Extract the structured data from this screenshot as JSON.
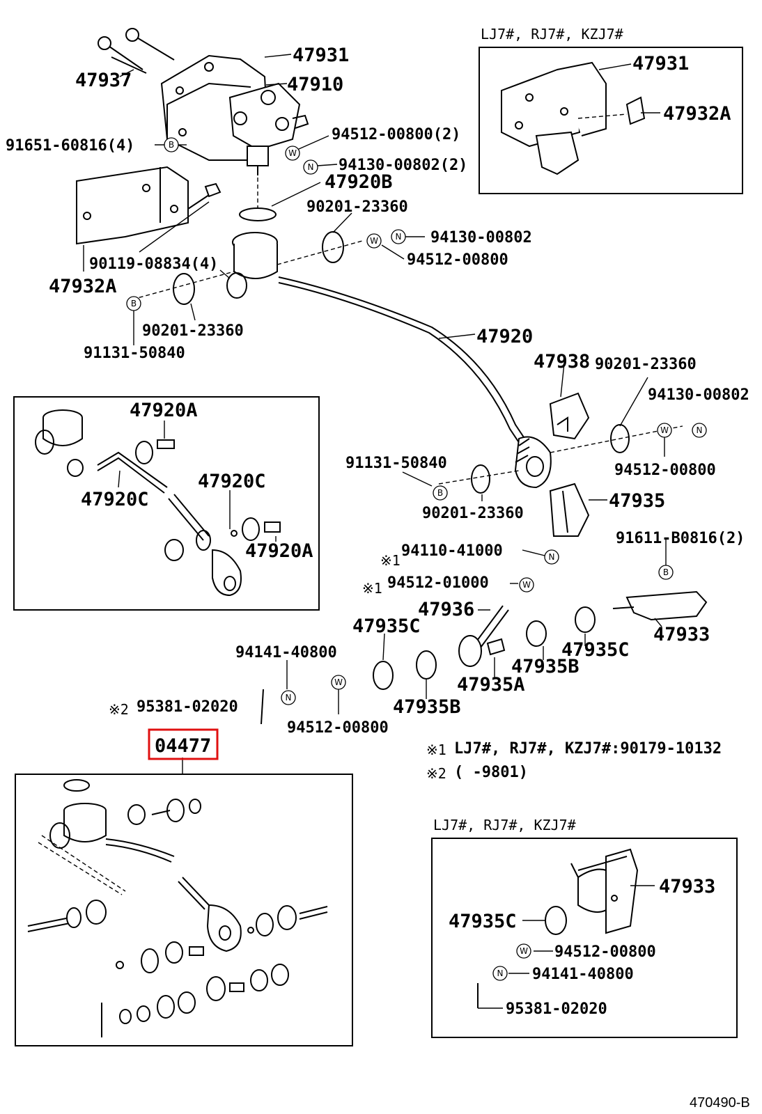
{
  "inset_headers": {
    "top_right": "LJ7#, RJ7#, KZJ7#",
    "bottom_right": "LJ7#, RJ7#, KZJ7#"
  },
  "part_numbers": {
    "p47931": "47931",
    "p47910": "47910",
    "p47937": "47937",
    "p91651": "91651-60816(4)",
    "p94512_2": "94512-00800(2)",
    "p94130_2": "94130-00802(2)",
    "p47920B": "47920B",
    "p90201_a": "90201-23360",
    "p94130_a": "94130-00802",
    "p94512_a": "94512-00800",
    "p90119": "90119-08834(4)",
    "p47932A": "47932A",
    "p90201_b": "90201-23360",
    "p91131_a": "91131-50840",
    "p47920": "47920",
    "p47938": "47938",
    "p90201_c": "90201-23360",
    "p94130_b": "94130-00802",
    "p94512_b": "94512-00800",
    "p91131_b": "91131-50840",
    "p90201_d": "90201-23360",
    "p47935": "47935",
    "p91611": "91611-B0816(2)",
    "p94110": "94110-41000",
    "p94512_c": "94512-01000",
    "p47936": "47936",
    "p47935C_a": "47935C",
    "p47933": "47933",
    "p47935C_b": "47935C",
    "p47935B_a": "47935B",
    "p47935A": "47935A",
    "p47935B_b": "47935B",
    "p94141": "94141-40800",
    "p95381": "95381-02020",
    "p94512_d": "94512-00800",
    "p04477": "04477"
  },
  "inset_top_right": {
    "p47931": "47931",
    "p47932A": "47932A"
  },
  "inset_left": {
    "p47920A_a": "47920A",
    "p47920C_a": "47920C",
    "p47920C_b": "47920C",
    "p47920A_b": "47920A"
  },
  "inset_bottom_right": {
    "p47933": "47933",
    "p47935C": "47935C",
    "p94512": "94512-00800",
    "p94141": "94141-40800",
    "p95381": "95381-02020"
  },
  "notes": {
    "note1_mark": "※1",
    "note1_text": "LJ7#, RJ7#, KZJ7#:90179-10132",
    "note2_mark": "※2",
    "note2_text": "(      -9801)",
    "mark1": "※1",
    "mark2": "※1",
    "mark3": "※2"
  },
  "symbols": {
    "bolt": "B",
    "washer": "W",
    "nut": "N"
  },
  "diagram_id": "470490-B",
  "highlight_color": "#e01010"
}
